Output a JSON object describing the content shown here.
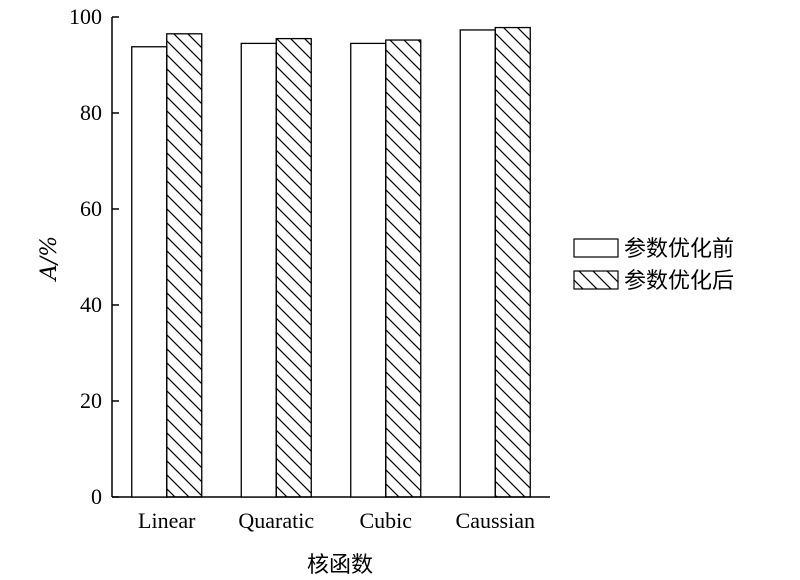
{
  "chart_data": {
    "type": "bar",
    "categories": [
      "Linear",
      "Quaratic",
      "Cubic",
      "Caussian"
    ],
    "series": [
      {
        "name": "参数优化前",
        "values": [
          93.8,
          94.5,
          94.5,
          97.3
        ],
        "fill": "#ffffff",
        "pattern": "none"
      },
      {
        "name": "参数优化后",
        "values": [
          96.5,
          95.5,
          95.2,
          97.8
        ],
        "fill": "#ffffff",
        "pattern": "diagonal-hatch"
      }
    ],
    "xlabel": "核函数",
    "ylabel": "A/%",
    "ylim": [
      0,
      100
    ],
    "yticks": [
      0,
      20,
      40,
      60,
      80,
      100
    ],
    "legend_position": "right",
    "grid": false,
    "colors": {
      "stroke": "#000000",
      "background": "#ffffff"
    }
  }
}
